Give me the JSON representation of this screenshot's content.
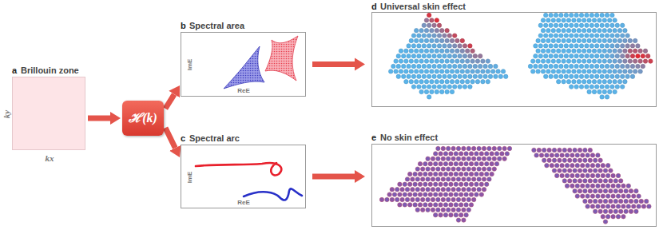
{
  "diagram": {
    "nodes": [
      {
        "text": [
          "a",
          "Brillouin zone",
          "ky",
          "kx"
        ]
      },
      {
        "text": [
          "ℋ(k)"
        ]
      },
      {
        "text": [
          "b",
          "Spectral area",
          "ImE",
          "ReE"
        ]
      },
      {
        "text": [
          "c",
          "Spectral arc",
          "ImE",
          "ReE"
        ]
      },
      {
        "text": [
          "d",
          "Universal skin effect"
        ]
      },
      {
        "text": [
          "e",
          "No skin effect"
        ]
      }
    ],
    "edges": [
      {
        "from": 0,
        "to": 1,
        "arrow": "to"
      },
      {
        "from": 1,
        "to": 2,
        "arrow": "to"
      },
      {
        "from": 1,
        "to": 3,
        "arrow": "to"
      },
      {
        "from": 2,
        "to": 4,
        "arrow": "to"
      },
      {
        "from": 3,
        "to": 5,
        "arrow": "to"
      }
    ]
  }
}
